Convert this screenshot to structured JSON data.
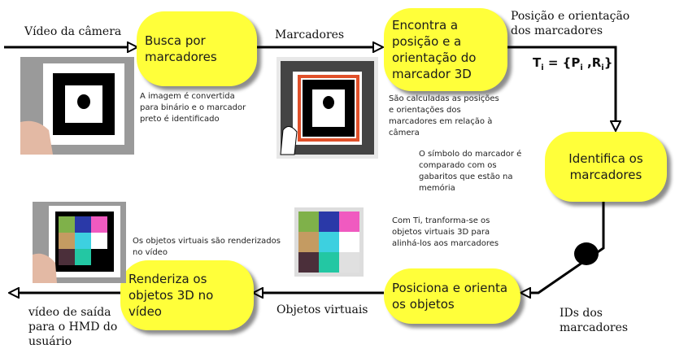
{
  "nodes": {
    "busca": "Busca por marcadores",
    "encontra": "Encontra a posição e a orientação do marcador 3D",
    "identifica": "Identifica os marcadores",
    "posiciona": "Posiciona e orienta os objetos",
    "renderiza": "Renderiza os objetos 3D no vídeo"
  },
  "edges": {
    "video_camera": "Vídeo da câmera",
    "marcadores": "Marcadores",
    "posicao_orientacao": "Posição e orientação dos marcadores",
    "ids": "IDs dos marcadores",
    "objetos_virtuais": "Objetos virtuais",
    "video_saida": "vídeo de saída para o HMD do usuário"
  },
  "formula": {
    "lhs": "T",
    "sub": "i",
    "eq": " = {P",
    "p_sub": "i",
    "comma": " ,R",
    "r_sub": "i",
    "close": "}"
  },
  "notes": {
    "convertida": "A imagem é convertida para binário e o marcador preto é identificado",
    "calculadas": "São calculadas as posições e orientações dos marcadores em relação à câmera",
    "simbolo": "O símbolo do marcador é comparado com os gabaritos que estão na memória",
    "transforma": "Com Ti, tranforma-se os objetos virtuais 3D para alinhá-los aos marcadores",
    "renderizados": "Os objetos virtuais são renderizados no vídeo"
  },
  "colors": {
    "node_fill": "#ffff3a",
    "arrow": "#000000"
  }
}
